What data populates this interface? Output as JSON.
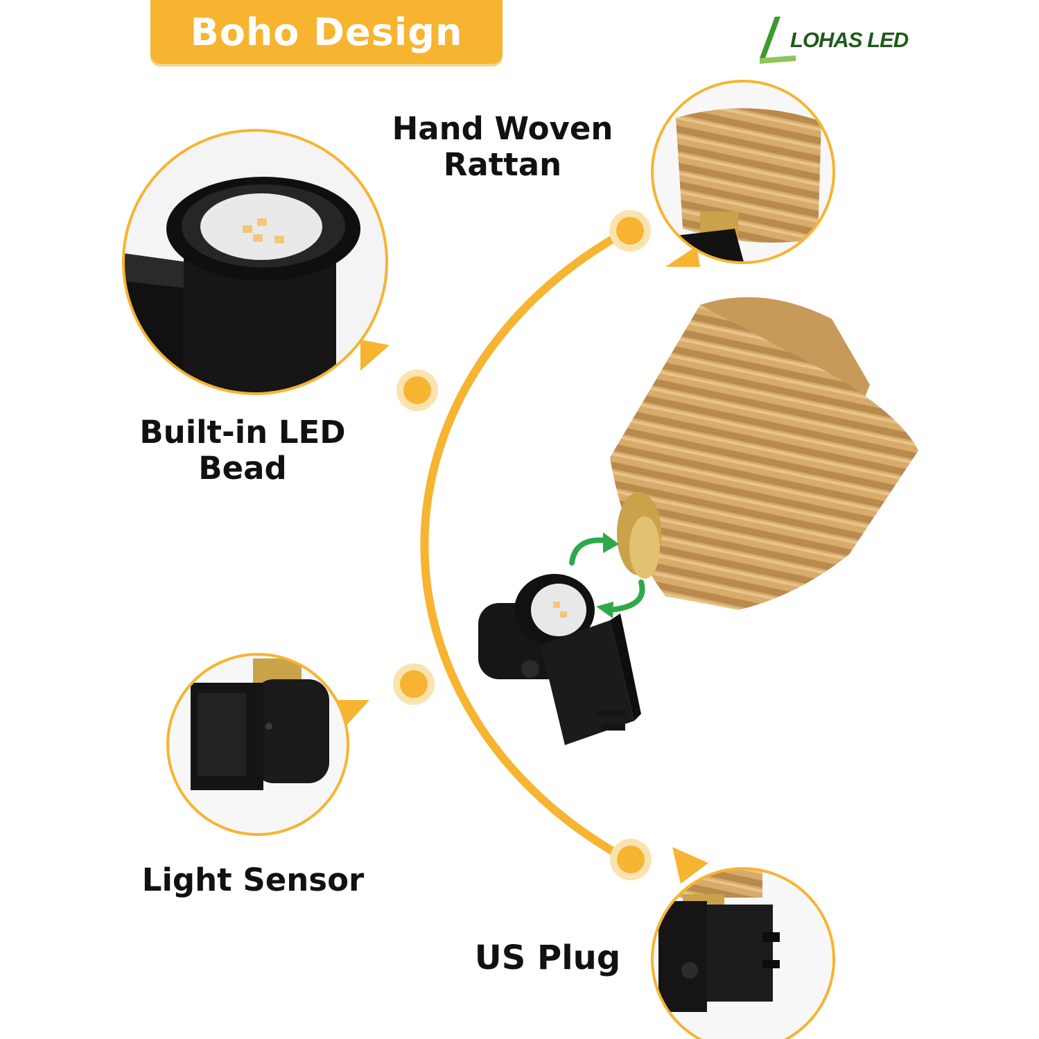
{
  "banner": {
    "text": "Boho Design",
    "color": "#f6b430"
  },
  "logo": {
    "text": "LOHAS LED",
    "color": "#1f5a1a"
  },
  "features": {
    "rattan": "Hand Woven Rattan",
    "bead": "Built-in LED Bead",
    "sensor": "Light Sensor",
    "plug": "US Plug"
  },
  "colors": {
    "accent": "#f6b430",
    "rattan": "#c89a5a",
    "fixture": "#141414",
    "rotate_arrow": "#2fa84a"
  }
}
